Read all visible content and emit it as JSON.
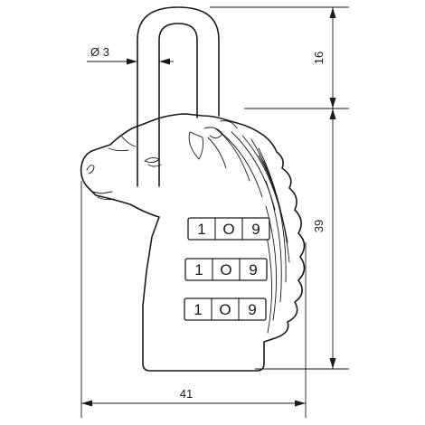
{
  "dimensions": {
    "shackle_diameter": "Ø 3",
    "shackle_height": "16",
    "body_height": "39",
    "body_width": "41"
  },
  "dials": [
    {
      "digits": [
        "1",
        "O",
        "9"
      ]
    },
    {
      "digits": [
        "1",
        "O",
        "9"
      ]
    },
    {
      "digits": [
        "1",
        "O",
        "9"
      ]
    }
  ]
}
